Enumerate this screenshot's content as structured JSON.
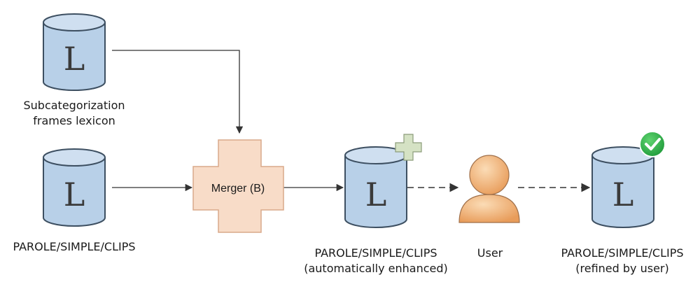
{
  "nodes": {
    "subcat_lexicon": {
      "letter": "L",
      "label_line1": "Subcategorization",
      "label_line2": "frames lexicon"
    },
    "parole_source": {
      "letter": "L",
      "label": "PAROLE/SIMPLE/CLIPS"
    },
    "merger": {
      "label": "Merger (B)"
    },
    "parole_enhanced": {
      "letter": "L",
      "label_line1": "PAROLE/SIMPLE/CLIPS",
      "label_line2": "(automatically enhanced)",
      "badge": "plus-icon"
    },
    "user": {
      "label": "User",
      "icon": "user-icon"
    },
    "parole_refined": {
      "letter": "L",
      "label_line1": "PAROLE/SIMPLE/CLIPS",
      "label_line2": "(refined by user)",
      "badge": "check-icon"
    }
  },
  "edges": [
    {
      "from": "subcat_lexicon",
      "to": "merger",
      "style": "solid"
    },
    {
      "from": "parole_source",
      "to": "merger",
      "style": "solid"
    },
    {
      "from": "merger",
      "to": "parole_enhanced",
      "style": "solid"
    },
    {
      "from": "parole_enhanced",
      "to": "user",
      "style": "dashed"
    },
    {
      "from": "user",
      "to": "parole_refined",
      "style": "dashed"
    }
  ],
  "colors": {
    "cylinder_fill": "#b8d0e8",
    "cylinder_stroke": "#3d4f61",
    "merger_fill": "#f8dcc8",
    "merger_stroke": "#d9a98a",
    "user_fill": "#f5c08c",
    "check_badge": "#2fae4a",
    "plus_badge": "#d5e2c4"
  }
}
